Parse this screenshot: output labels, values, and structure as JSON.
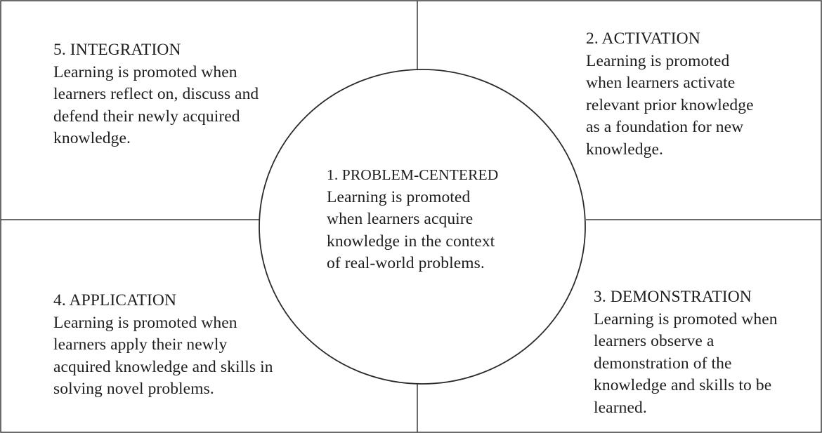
{
  "quadrants": {
    "integration": {
      "title": "5. INTEGRATION",
      "lines": [
        "Learning is promoted when",
        "learners reflect on, discuss and",
        "defend their newly acquired",
        "knowledge."
      ]
    },
    "activation": {
      "title": "2. ACTIVATION",
      "lines": [
        "Learning is promoted",
        "when learners activate",
        "relevant prior knowledge",
        "as a foundation for new",
        "knowledge."
      ]
    },
    "problem_centered": {
      "title": "1. PROBLEM-CENTERED",
      "lines": [
        "Learning is promoted",
        "when learners acquire",
        "knowledge in the context",
        "of real-world problems."
      ]
    },
    "application": {
      "title": "4. APPLICATION",
      "lines": [
        "Learning is promoted when",
        "learners apply their newly",
        "acquired knowledge and skills in",
        "solving novel problems."
      ]
    },
    "demonstration": {
      "title": "3. DEMONSTRATION",
      "lines": [
        "Learning is promoted when",
        "learners observe a",
        "demonstration of the",
        "knowledge and skills to be",
        "learned."
      ]
    }
  },
  "colors": {
    "line": "#3a3a3a",
    "text": "#1e1e1e",
    "background": "#ffffff"
  }
}
